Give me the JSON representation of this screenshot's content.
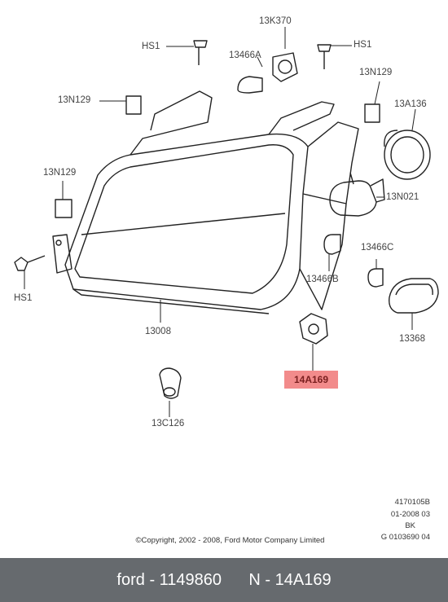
{
  "labels": {
    "hs1_top_left": "HS1",
    "p13k370": "13K370",
    "hs1_top_right": "HS1",
    "p13466a": "13466A",
    "p13n129_left": "13N129",
    "p13n129_right": "13N129",
    "p13a136": "13A136",
    "p13n129_mid": "13N129",
    "p13n021": "13N021",
    "p13466c": "13466C",
    "hs1_bottom": "HS1",
    "p13466b": "13466B",
    "p13008": "13008",
    "p13368": "13368",
    "p14a169": "14A169",
    "p13c126": "13C126"
  },
  "meta": {
    "line1": "4170105B",
    "line2": "01-2008 03",
    "line3": "BK",
    "line4": "G 0103690 04"
  },
  "copyright": "©Copyright, 2002 - 2008, Ford Motor Company Limited",
  "footer": {
    "brand_part": "ford - 1149860",
    "ref": "N - 14A169"
  },
  "colors": {
    "highlight": "#f28b8b",
    "footer_bg": "#666a6e"
  }
}
